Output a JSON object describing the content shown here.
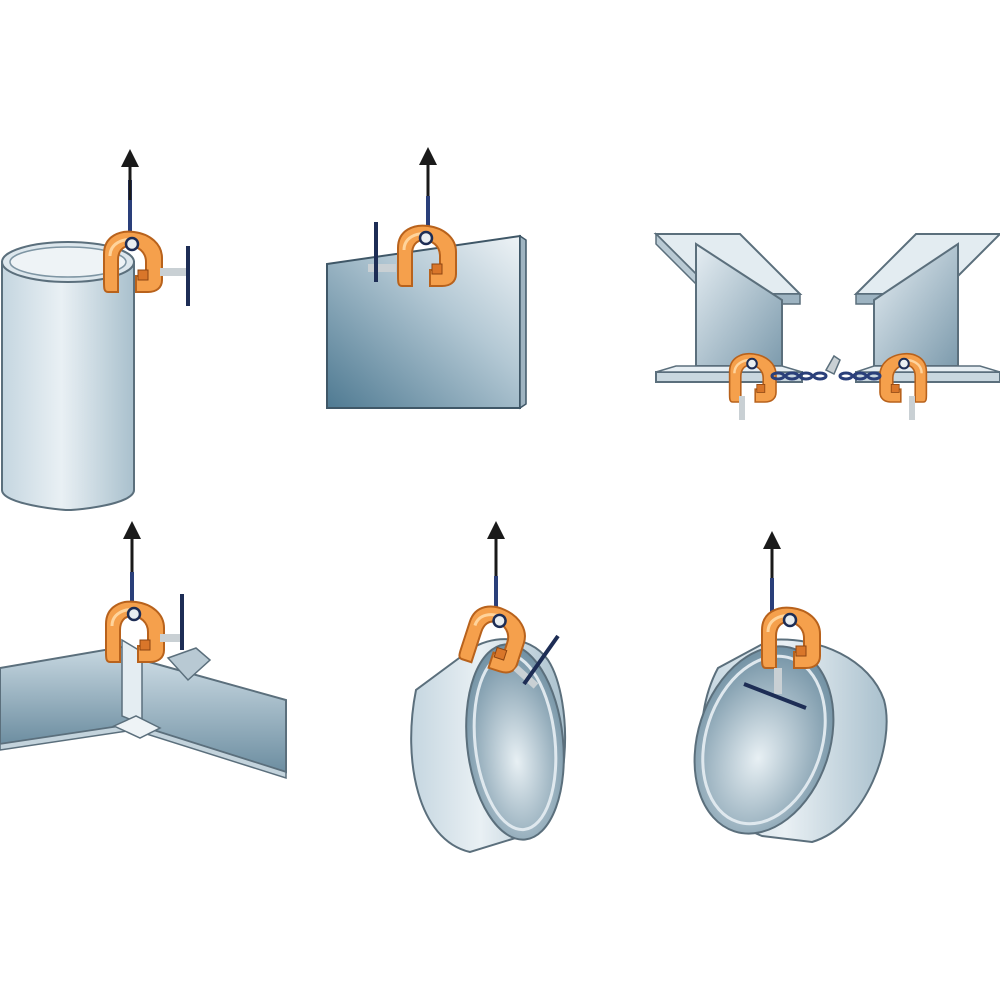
{
  "colors": {
    "background": "#ffffff",
    "steel_light": "#dfe8ee",
    "steel_mid": "#a9bfcc",
    "steel_dark": "#5a7d92",
    "steel_outline": "#5b6f7c",
    "clamp_orange": "#f5a04c",
    "clamp_dark": "#d9762a",
    "arrow": "#1a1a1a",
    "rod_blue": "#2a3f7a",
    "bolt_gray": "#c9d0d4"
  },
  "scenes": [
    {
      "id": "vertical-pipe",
      "icon": "lifting-clamp-icon"
    },
    {
      "id": "vertical-plate",
      "icon": "lifting-clamp-icon"
    },
    {
      "id": "i-beams-with-chain",
      "icon": "lifting-clamp-icon"
    },
    {
      "id": "corner-plate-assembly",
      "icon": "lifting-clamp-icon"
    },
    {
      "id": "ring-inside-grip",
      "icon": "lifting-clamp-icon"
    },
    {
      "id": "ring-outside-grip",
      "icon": "lifting-clamp-icon"
    }
  ],
  "arrow_direction": "up"
}
